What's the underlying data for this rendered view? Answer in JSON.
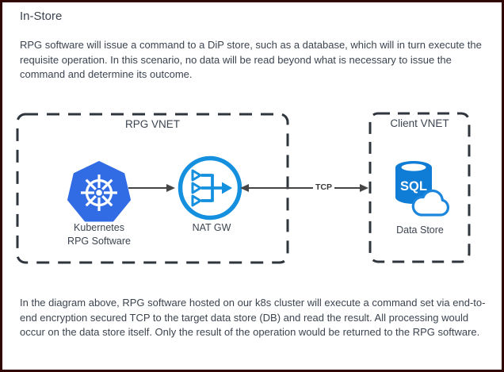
{
  "window": {
    "border_color": "#310404",
    "background": "#ffffff"
  },
  "header": {
    "title": "In-Store"
  },
  "paragraphs": {
    "intro": "RPG software will issue a command to a DiP store, such as a database, which will in turn execute the requisite operation. In this scenario, no data will be read beyond what is necessary to issue the command and determine its outcome.",
    "conclusion": "In the diagram above, RPG software hosted on our k8s cluster will execute a command set via end-to-end encryption secured TCP to the target data store (DB) and read the result. All processing would occur on the data store itself. Only the result of the operation would be returned to the RPG software."
  },
  "diagram": {
    "rpg_vnet": {
      "label": "RPG VNET",
      "kubernetes": {
        "icon": "kubernetes-icon",
        "label_line1": "Kubernetes",
        "label_line2": "RPG Software",
        "color": "#326CE5"
      },
      "nat_gw": {
        "icon": "nat-gateway-icon",
        "label": "NAT GW",
        "color": "#1490DF"
      }
    },
    "client_vnet": {
      "label": "Client VNET",
      "data_store": {
        "icon": "sql-database-cloud-icon",
        "icon_text": "SQL",
        "label": "Data Store",
        "color": "#0F7CD5"
      }
    },
    "connections": [
      {
        "from": "kubernetes",
        "to": "nat-gw",
        "type": "arrow-right",
        "label": ""
      },
      {
        "from": "nat-gw",
        "to": "client-vnet",
        "type": "arrow-both",
        "label": "TCP"
      }
    ]
  },
  "colors": {
    "dashed_box": "#2f353d",
    "arrow": "#454545",
    "text": "#3c4450",
    "kubernetes_blue": "#326CE5",
    "nat_blue": "#1490DF",
    "sql_blue": "#0F7CD5"
  }
}
